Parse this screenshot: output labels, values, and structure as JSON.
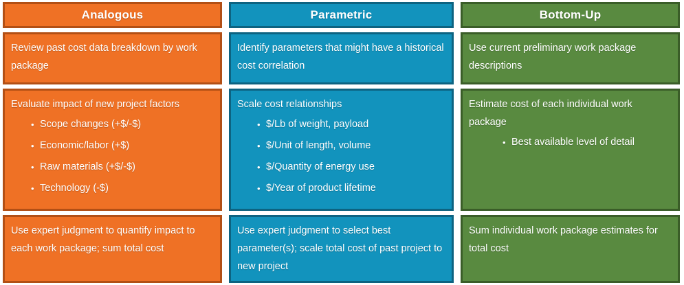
{
  "columns": [
    {
      "key": "analogous",
      "header": "Analogous",
      "color": "#ef7125",
      "border_color": "#b24f15",
      "rows": [
        {
          "lead": "Review past cost data breakdown by work package",
          "bullets": []
        },
        {
          "lead": "Evaluate impact of new project factors",
          "bullets": [
            "Scope changes (+$/-$)",
            "Economic/labor (+$)",
            "Raw materials (+$/-$)",
            "Technology (-$)"
          ]
        },
        {
          "lead": "Use expert judgment to quantify impact to each work package; sum total cost",
          "bullets": []
        }
      ]
    },
    {
      "key": "parametric",
      "header": "Parametric",
      "color": "#1293bd",
      "border_color": "#0d6381",
      "rows": [
        {
          "lead": "Identify parameters that might have a historical cost correlation",
          "bullets": []
        },
        {
          "lead": "Scale cost relationships",
          "bullets": [
            "$/Lb of weight, payload",
            "$/Unit of length, volume",
            "$/Quantity of energy use",
            "$/Year of product lifetime"
          ]
        },
        {
          "lead": "Use expert judgment to select best parameter(s);  scale total cost of past project to new project",
          "bullets": []
        }
      ]
    },
    {
      "key": "bottomup",
      "header": "Bottom-Up",
      "color": "#598a40",
      "border_color": "#3a5d28",
      "rows": [
        {
          "lead": "Use current preliminary  work package descriptions",
          "bullets": []
        },
        {
          "lead": "Estimate cost of each individual work package",
          "bullets": [
            "Best available level of detail"
          ]
        },
        {
          "lead": "Sum individual work package estimates for total cost",
          "bullets": []
        }
      ]
    }
  ]
}
